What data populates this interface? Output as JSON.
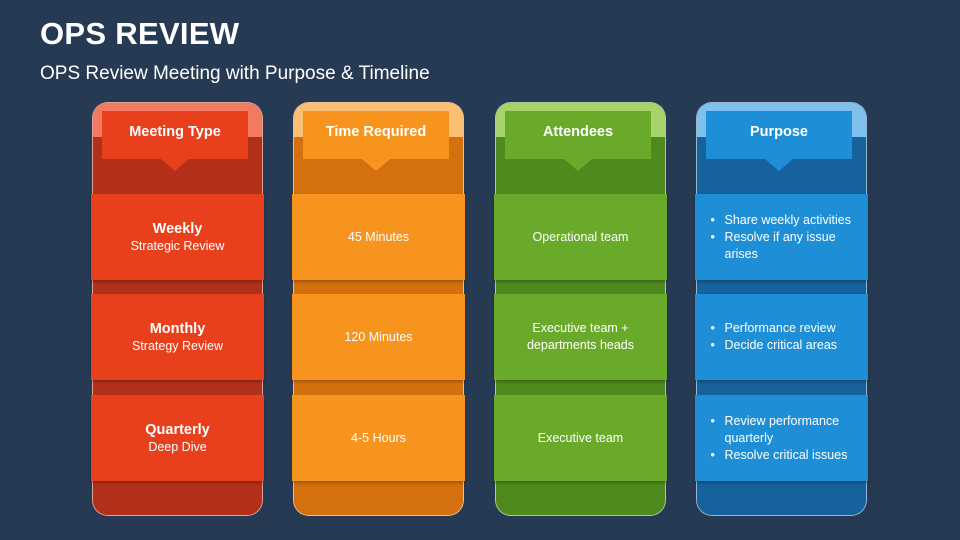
{
  "header": {
    "title": "OPS REVIEW",
    "subtitle": "OPS Review Meeting with Purpose & Timeline"
  },
  "colors": {
    "background": "#273a53",
    "meeting_type": "#e8401c",
    "time_required": "#f7941d",
    "attendees": "#6aaa2a",
    "purpose": "#1e8fd6"
  },
  "columns": [
    {
      "header": "Meeting Type",
      "rows": [
        {
          "title": "Weekly",
          "subtitle": "Strategic Review"
        },
        {
          "title": "Monthly",
          "subtitle": "Strategy Review"
        },
        {
          "title": "Quarterly",
          "subtitle": "Deep Dive"
        }
      ]
    },
    {
      "header": "Time Required",
      "rows": [
        {
          "text": "45 Minutes"
        },
        {
          "text": "120 Minutes"
        },
        {
          "text": "4-5 Hours"
        }
      ]
    },
    {
      "header": "Attendees",
      "rows": [
        {
          "text": "Operational team"
        },
        {
          "text_line1": "Executive team +",
          "text_line2": "departments heads"
        },
        {
          "text": "Executive team"
        }
      ]
    },
    {
      "header": "Purpose",
      "rows": [
        {
          "bullets": [
            "Share weekly activities",
            "Resolve if any issue arises"
          ]
        },
        {
          "bullets": [
            "Performance review",
            "Decide critical areas"
          ]
        },
        {
          "bullets": [
            "Review performance quarterly",
            "Resolve critical issues"
          ]
        }
      ]
    }
  ]
}
